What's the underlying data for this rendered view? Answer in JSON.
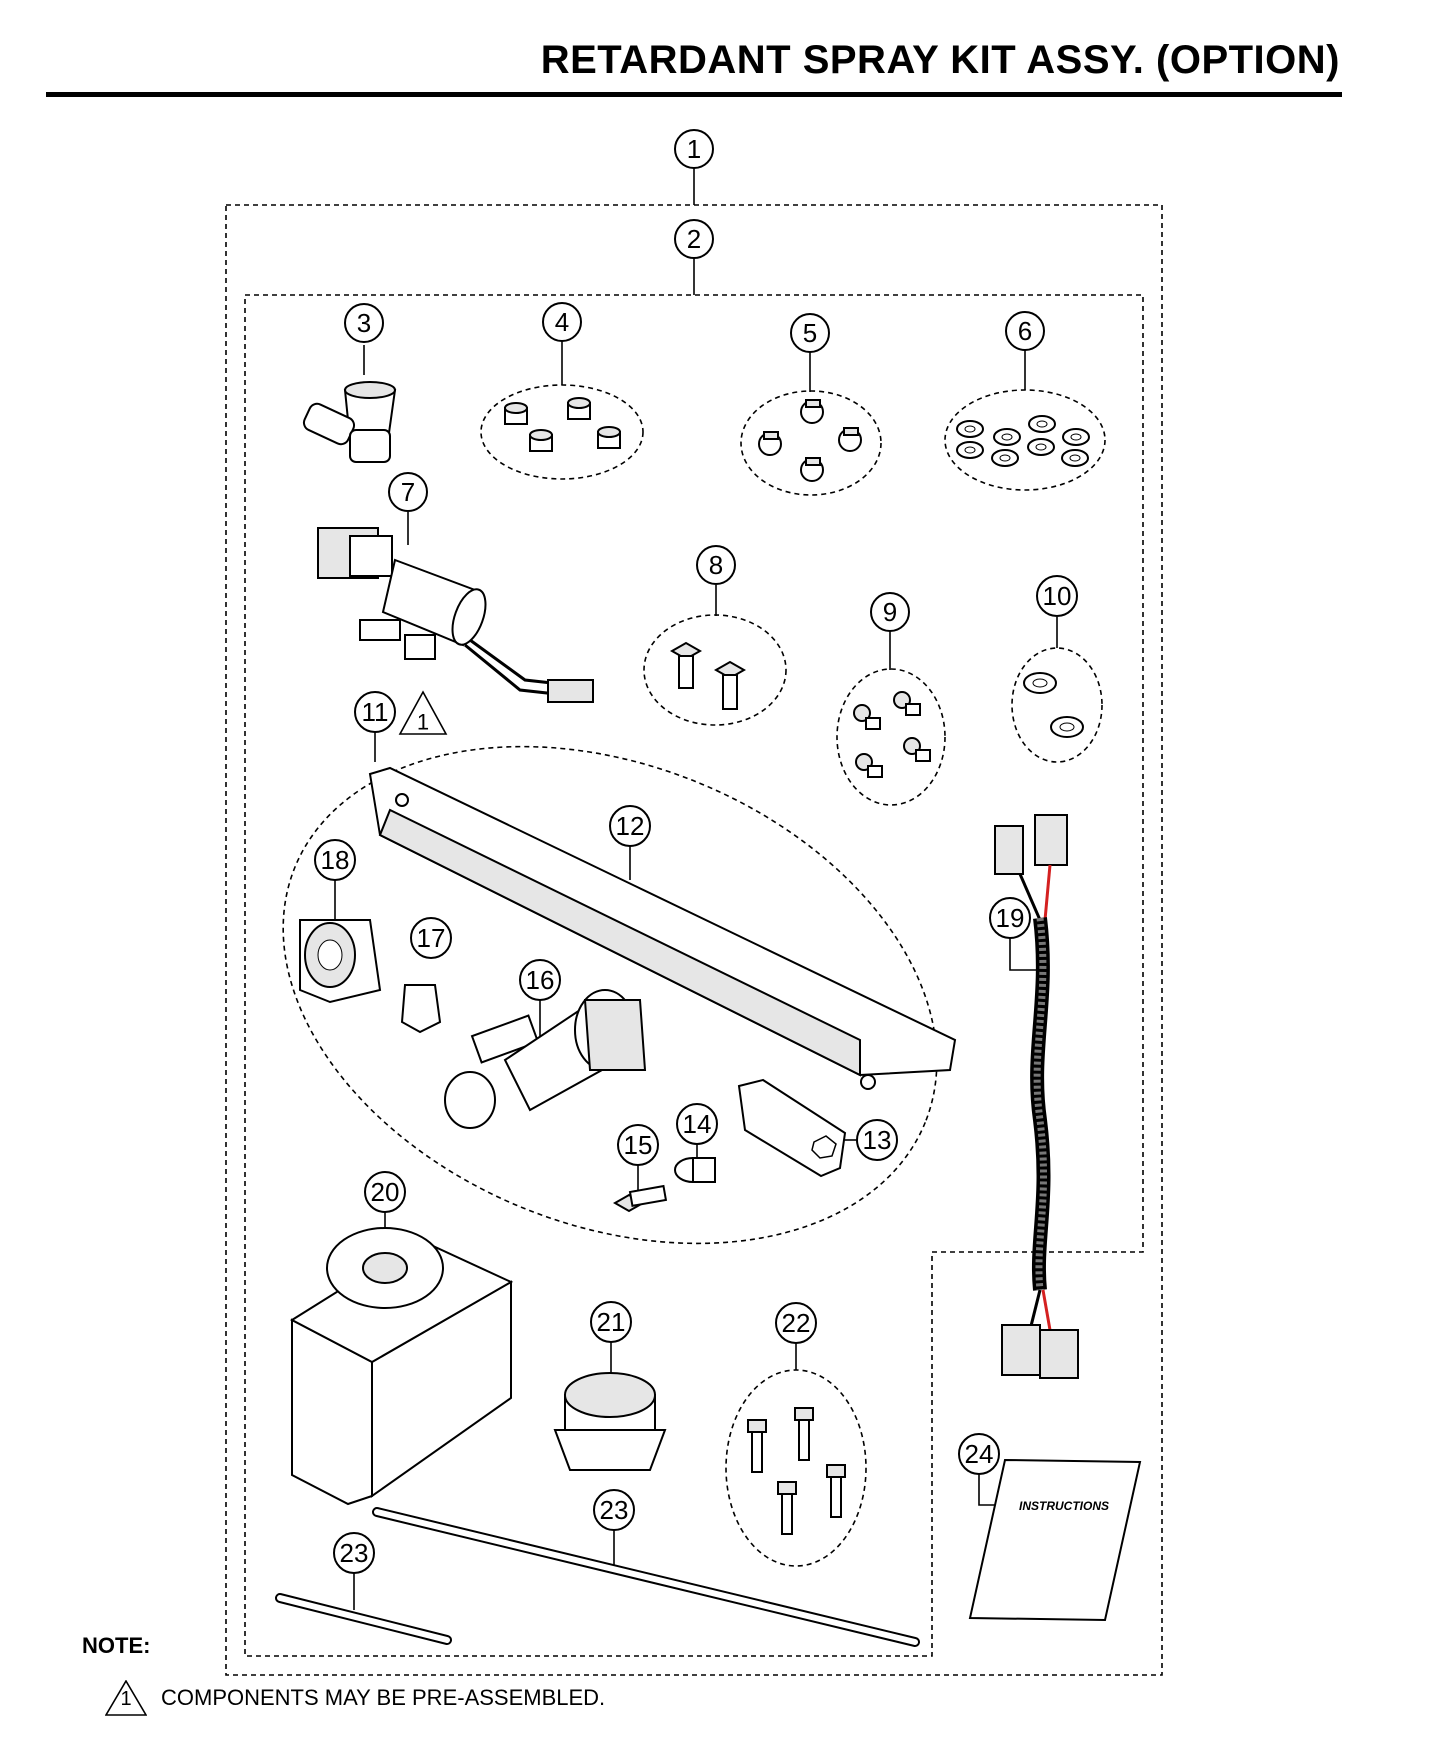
{
  "title": "RETARDANT SPRAY KIT ASSY. (OPTION)",
  "callouts": [
    "1",
    "2",
    "3",
    "4",
    "5",
    "6",
    "7",
    "8",
    "9",
    "10",
    "11",
    "12",
    "13",
    "14",
    "15",
    "16",
    "17",
    "18",
    "19",
    "20",
    "21",
    "22",
    "23",
    "23",
    "24"
  ],
  "instructions_label": "INSTRUCTIONS",
  "note": {
    "heading": "NOTE:",
    "marker": "1",
    "text": "COMPONENTS MAY BE PRE-ASSEMBLED."
  },
  "colors": {
    "wire_red": "#d42020",
    "wire_black": "#000000"
  }
}
